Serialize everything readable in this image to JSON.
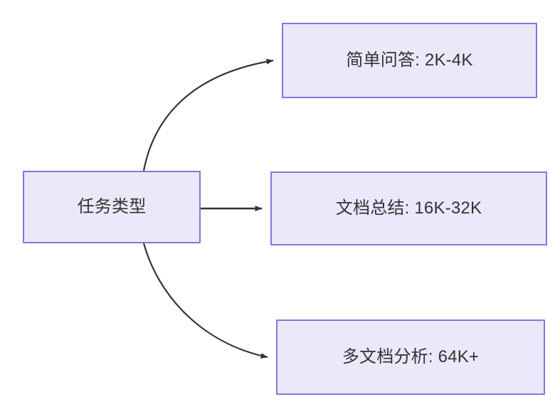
{
  "diagram": {
    "type": "flowchart",
    "direction": "left-to-right",
    "background_color": "#ffffff",
    "node_fill_color": "#ebe8fa",
    "node_border_color": "#9170d8",
    "node_text_color": "#333333",
    "edge_color": "#333333",
    "nodes": [
      {
        "id": "source",
        "label": "任务类型"
      },
      {
        "id": "simple_qa",
        "label": "简单问答: 2K-4K"
      },
      {
        "id": "doc_summary",
        "label": "文档总结: 16K-32K"
      },
      {
        "id": "multi_doc",
        "label": "多文档分析: 64K+"
      }
    ],
    "edges": [
      {
        "from": "source",
        "to": "simple_qa",
        "label": "",
        "style": "curved-up"
      },
      {
        "from": "source",
        "to": "doc_summary",
        "label": "",
        "style": "straight"
      },
      {
        "from": "source",
        "to": "multi_doc",
        "label": "",
        "style": "curved-down"
      }
    ]
  }
}
